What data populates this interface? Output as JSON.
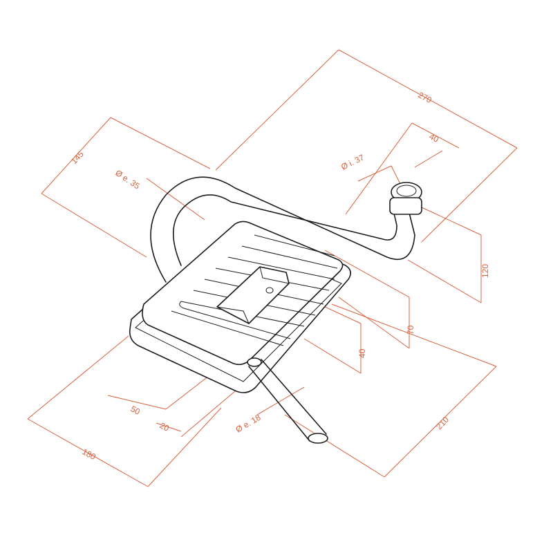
{
  "colors": {
    "dimension": "#d9603b",
    "outline": "#1a1a1a",
    "background": "#ffffff"
  },
  "dimensions": {
    "overall_length": "270",
    "depth": "145",
    "inlet_pipe_diameter": "Ø e. 35",
    "inlet_flange_inner_diameter": "Ø i. 37",
    "flange_offset": "40",
    "inlet_height": "120",
    "bracket_height": "70",
    "body_height": "40",
    "body_width": "210",
    "tailpipe_diameter": "Ø e. 18",
    "bottom_offset_a": "50",
    "bottom_offset_b": "20",
    "body_length": "180"
  }
}
